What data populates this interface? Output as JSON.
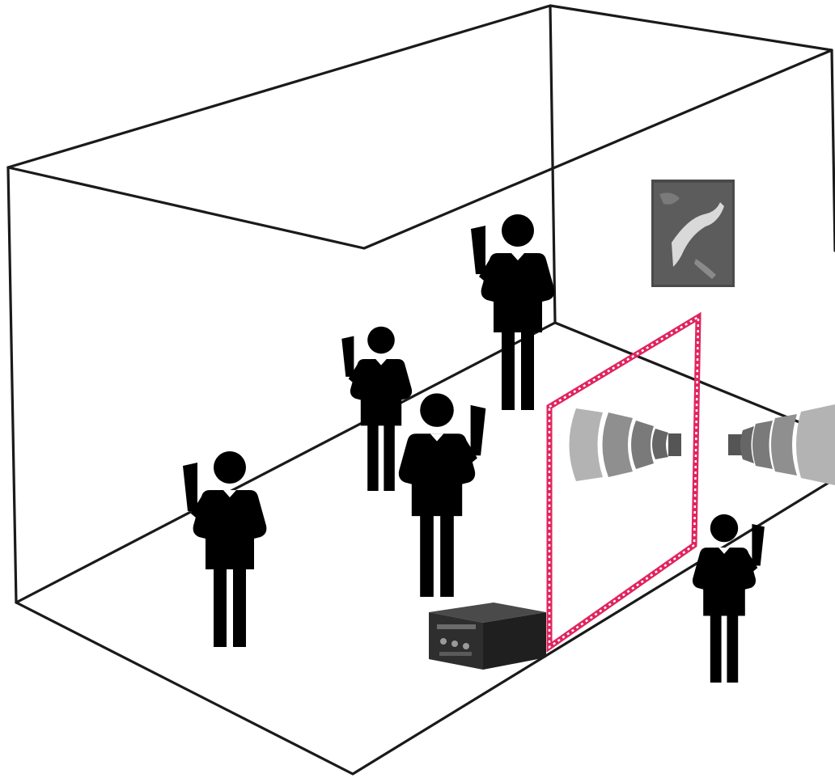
{
  "colors": {
    "background": "#ffffff",
    "room_outline": "#1a1a1a",
    "figures": "#000000",
    "zone_frame": "#e0245e",
    "speaker_wave_light": "#a8a8a8",
    "speaker_wave_dark": "#555555",
    "device_body": "#2e2e2e"
  },
  "icons": {
    "person": "person-with-megaphone-icon",
    "speaker": "sound-wave-icon",
    "device": "audio-amplifier-icon",
    "picture": "wall-photo-icon"
  },
  "scene": {
    "people_count": 5,
    "zones": 1,
    "wave_groups": 2
  }
}
